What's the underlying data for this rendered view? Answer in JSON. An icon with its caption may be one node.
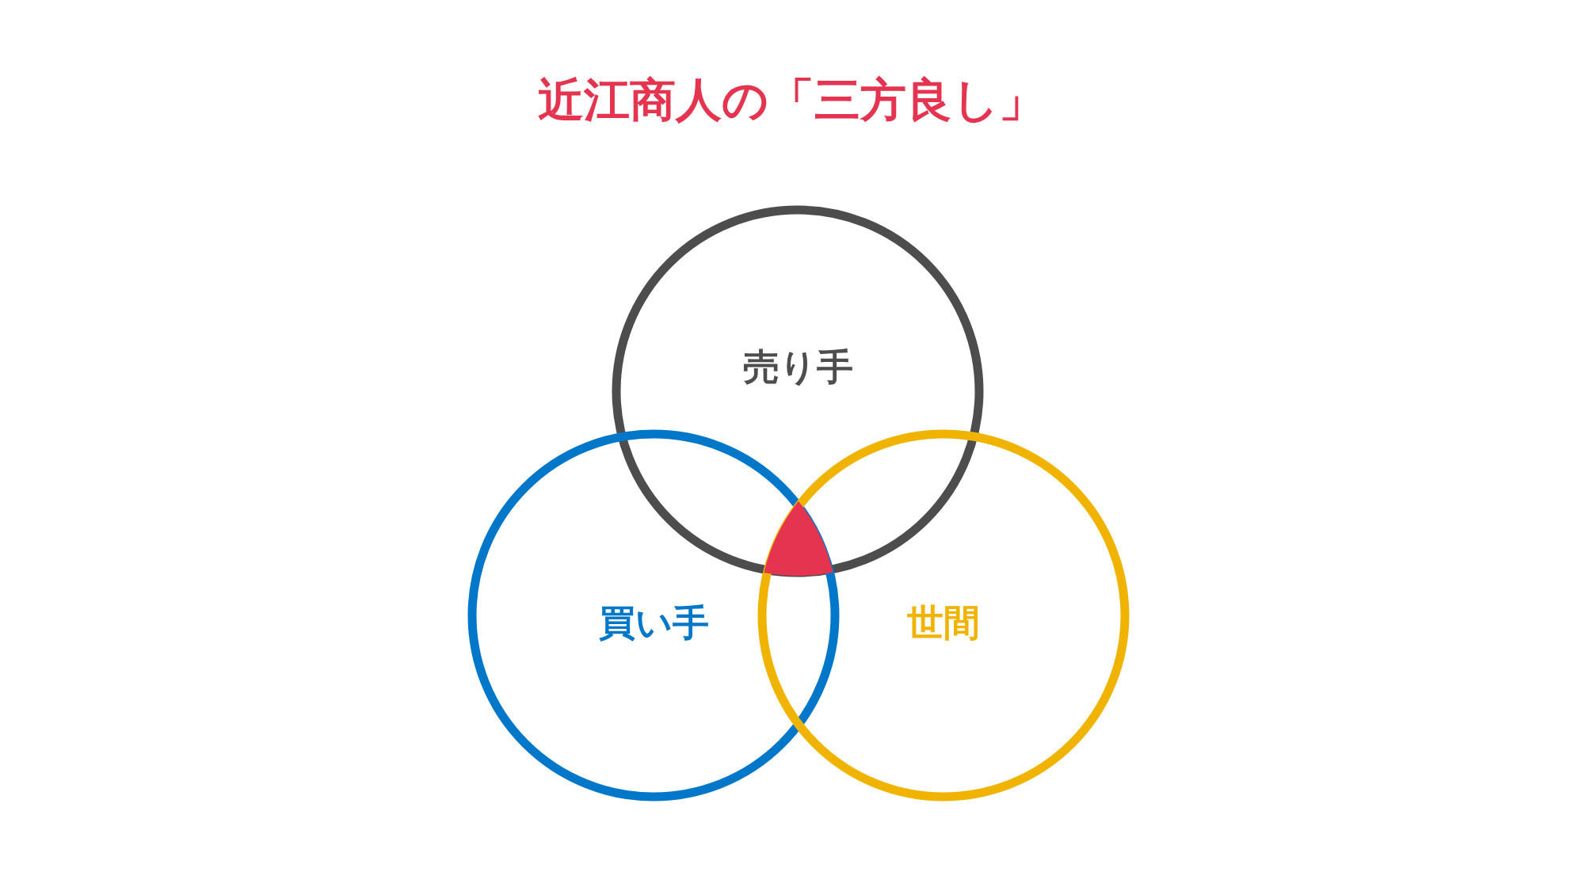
{
  "diagram": {
    "title": "近江商人の「三方良し」",
    "nodes": [
      {
        "text": [
          "売り手"
        ]
      },
      {
        "text": [
          "買い手"
        ]
      },
      {
        "text": [
          "世間"
        ]
      },
      {
        "text": [],
        "shape": "triangle"
      }
    ]
  }
}
